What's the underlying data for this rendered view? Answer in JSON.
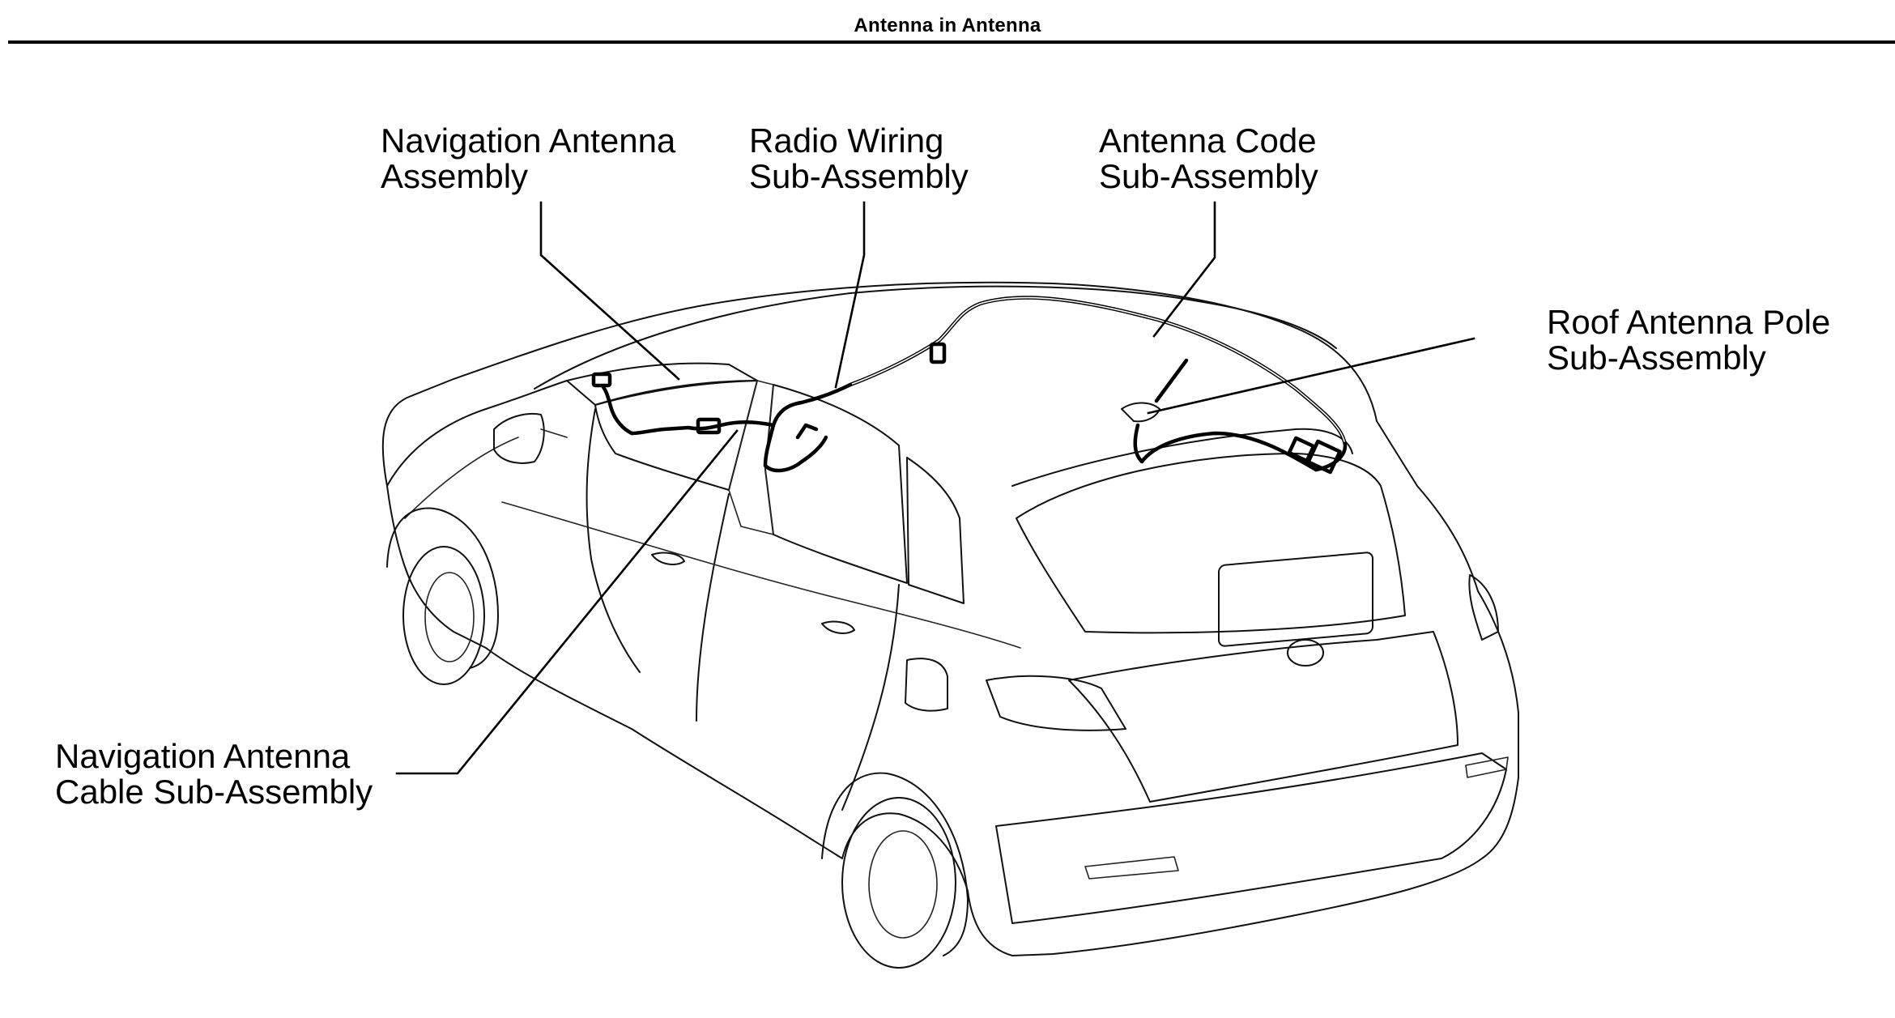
{
  "header": {
    "title": "Antenna in Antenna"
  },
  "callouts": {
    "navigation_antenna_assembly": [
      "Navigation Antenna",
      "Assembly"
    ],
    "radio_wiring_sub_assembly": [
      "Radio Wiring",
      "Sub-Assembly"
    ],
    "antenna_code_sub_assembly": [
      "Antenna Code",
      "Sub-Assembly"
    ],
    "roof_antenna_pole_sub_assembly": [
      "Roof Antenna Pole",
      "Sub-Assembly"
    ],
    "navigation_antenna_cable_sub_assembly": [
      "Navigation Antenna",
      "Cable Sub-Assembly"
    ]
  }
}
